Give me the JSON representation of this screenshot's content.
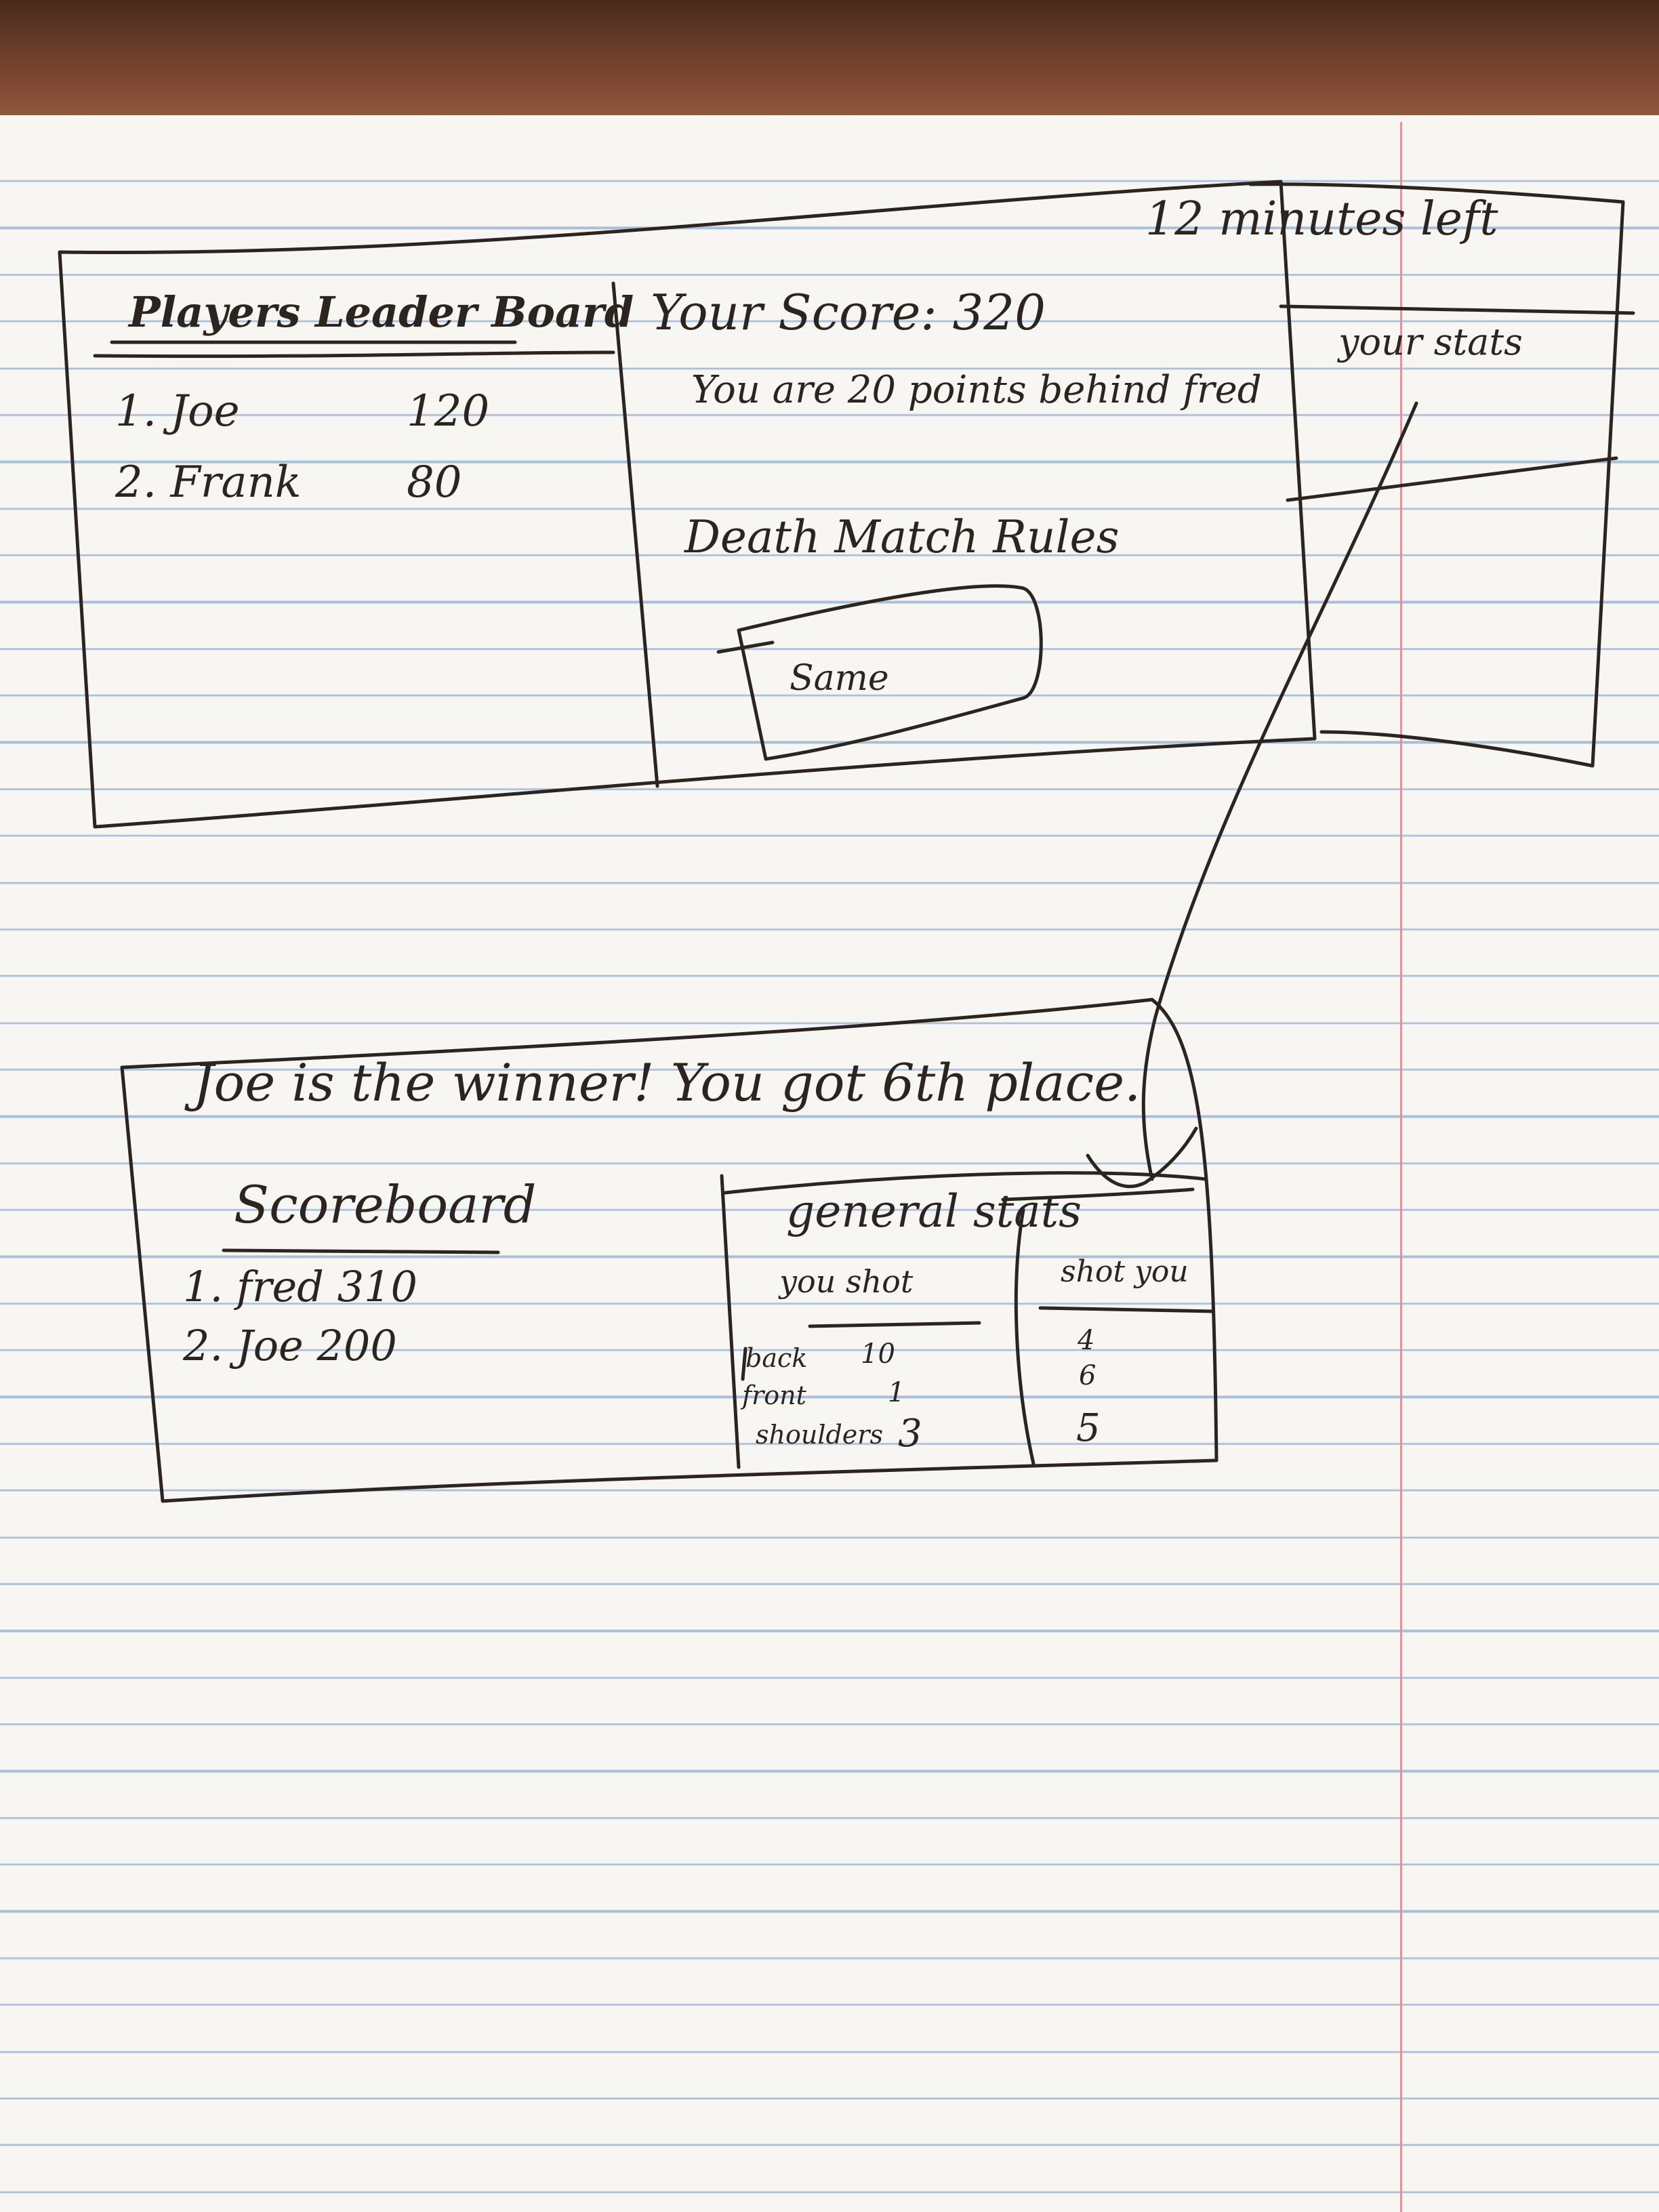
{
  "game_hud": {
    "leaderboard": {
      "title": "Players Leader Board",
      "entries": [
        {
          "rank": "1.",
          "name": "Joe",
          "score": "120"
        },
        {
          "rank": "2.",
          "name": "Frank",
          "score": "80"
        }
      ]
    },
    "score_label": "Your Score: 320",
    "behind_text": "You are 20 points behind fred",
    "mode_label": "Death Match Rules",
    "same_button_label": "Same",
    "time_left": "12 minutes left",
    "your_stats_label": "your stats"
  },
  "results": {
    "winner_text": "Joe is the winner! You got 6th place.",
    "scoreboard": {
      "title": "Scoreboard",
      "entries": [
        {
          "rank": "1.",
          "name": "fred",
          "score": "310"
        },
        {
          "rank": "2.",
          "name": "Joe",
          "score": "200"
        }
      ]
    },
    "general_stats": {
      "title": "general stats",
      "col_you_shot": "you shot",
      "col_shot_you": "shot you",
      "rows": [
        {
          "part": "back",
          "you_shot": "10",
          "shot_you": "4"
        },
        {
          "part": "front",
          "you_shot": "1",
          "shot_you": "6"
        },
        {
          "part": "shoulders",
          "you_shot": "3",
          "shot_you": "5"
        }
      ]
    }
  },
  "colors": {
    "ink": "#2b241f",
    "paper": "#f7f6f2",
    "rule_line": "#a9bfd8",
    "margin_line": "#ec8f93",
    "desk": "#7a4630"
  }
}
